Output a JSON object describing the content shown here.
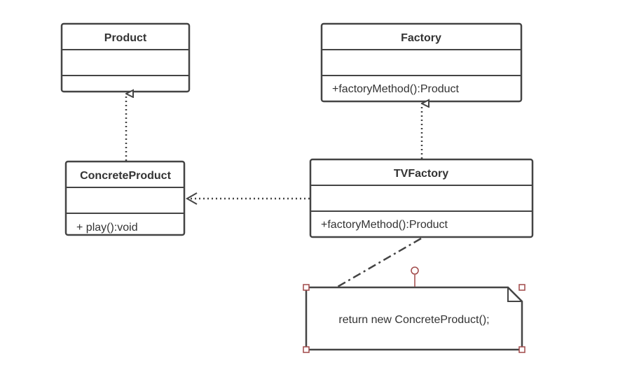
{
  "classes": {
    "product": {
      "name": "Product"
    },
    "factory": {
      "name": "Factory",
      "method": "+factoryMethod():Product"
    },
    "concrete_product": {
      "name": "ConcreteProduct",
      "method": "+ play():void"
    },
    "tv_factory": {
      "name": "TVFactory",
      "method": "+factoryMethod():Product"
    }
  },
  "note": {
    "text": "return new ConcreteProduct();"
  },
  "colors": {
    "box_stroke": "#444444",
    "text": "#333333",
    "selection": "#a04848"
  }
}
